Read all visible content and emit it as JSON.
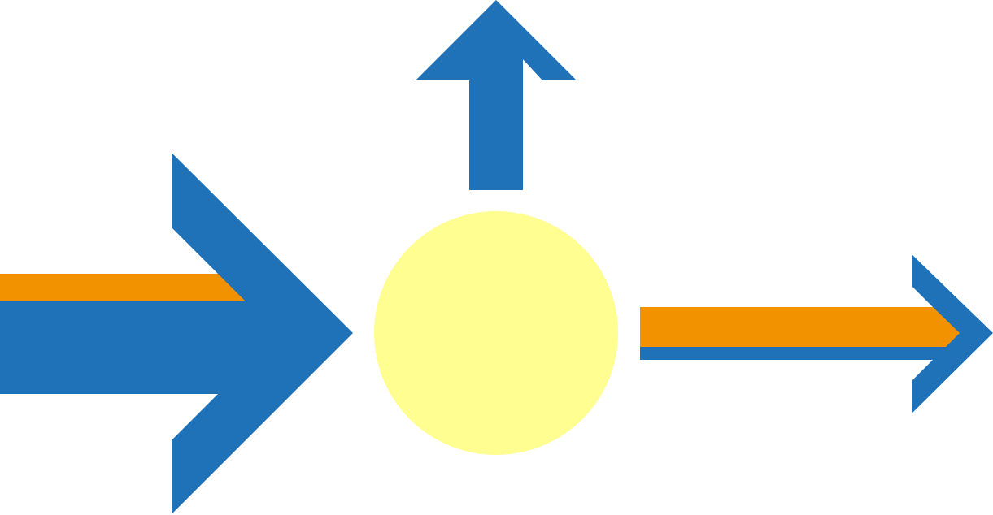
{
  "diagram": {
    "kind": "flow-split",
    "background_color": "#ffffff",
    "colors": {
      "primary_flow": "#1f71b8",
      "secondary_flow": "#f29200",
      "node": "#fffe91"
    },
    "elements": {
      "input_arrow": {
        "icon": "large-right-arrow-icon",
        "color_key": "primary_flow"
      },
      "input_stripe": {
        "icon": "orange-stripe",
        "color_key": "secondary_flow"
      },
      "node": {
        "icon": "yellow-circle",
        "color_key": "node"
      },
      "up_arrow": {
        "icon": "up-arrow-icon",
        "color_key": "primary_flow"
      },
      "output_arrow": {
        "icon": "right-arrow-icon",
        "color_key": "primary_flow"
      },
      "output_stripe": {
        "icon": "orange-stripe",
        "color_key": "secondary_flow"
      }
    }
  }
}
